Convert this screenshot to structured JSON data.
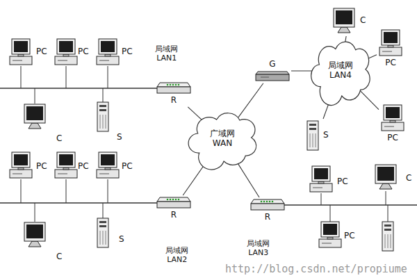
{
  "diagram": {
    "nodes": [
      {
        "text": [
          "广域网 WAN"
        ]
      },
      {
        "text": [
          "R"
        ]
      },
      {
        "text": [
          "R"
        ]
      },
      {
        "text": [
          "R"
        ]
      },
      {
        "text": [
          "G"
        ]
      },
      {
        "text": [
          "局域网 LAN4"
        ]
      },
      {
        "text": [
          "C"
        ]
      },
      {
        "text": [
          "PC"
        ]
      },
      {
        "text": [
          "PC"
        ]
      },
      {
        "text": [
          "S"
        ]
      }
    ],
    "edges": [
      {
        "from": 1,
        "to": 0,
        "arrow": "none"
      },
      {
        "from": 4,
        "to": 0,
        "arrow": "none"
      },
      {
        "from": 2,
        "to": 0,
        "arrow": "none"
      },
      {
        "from": 3,
        "to": 0,
        "arrow": "none"
      },
      {
        "from": 4,
        "to": 5,
        "arrow": "none"
      },
      {
        "from": 5,
        "to": 6,
        "arrow": "none"
      },
      {
        "from": 5,
        "to": 7,
        "arrow": "none"
      },
      {
        "from": 5,
        "to": 8,
        "arrow": "none"
      },
      {
        "from": 5,
        "to": 9,
        "arrow": "none"
      }
    ],
    "labels": [
      "局域网 LAN1",
      "PC",
      "PC",
      "PC",
      "C",
      "S",
      "PC",
      "PC",
      "PC",
      "C",
      "S",
      "局域网 LAN2",
      "局域网 LAN3",
      "PC",
      "C",
      "PC",
      "http://blog.csdn.net/propiume"
    ]
  }
}
